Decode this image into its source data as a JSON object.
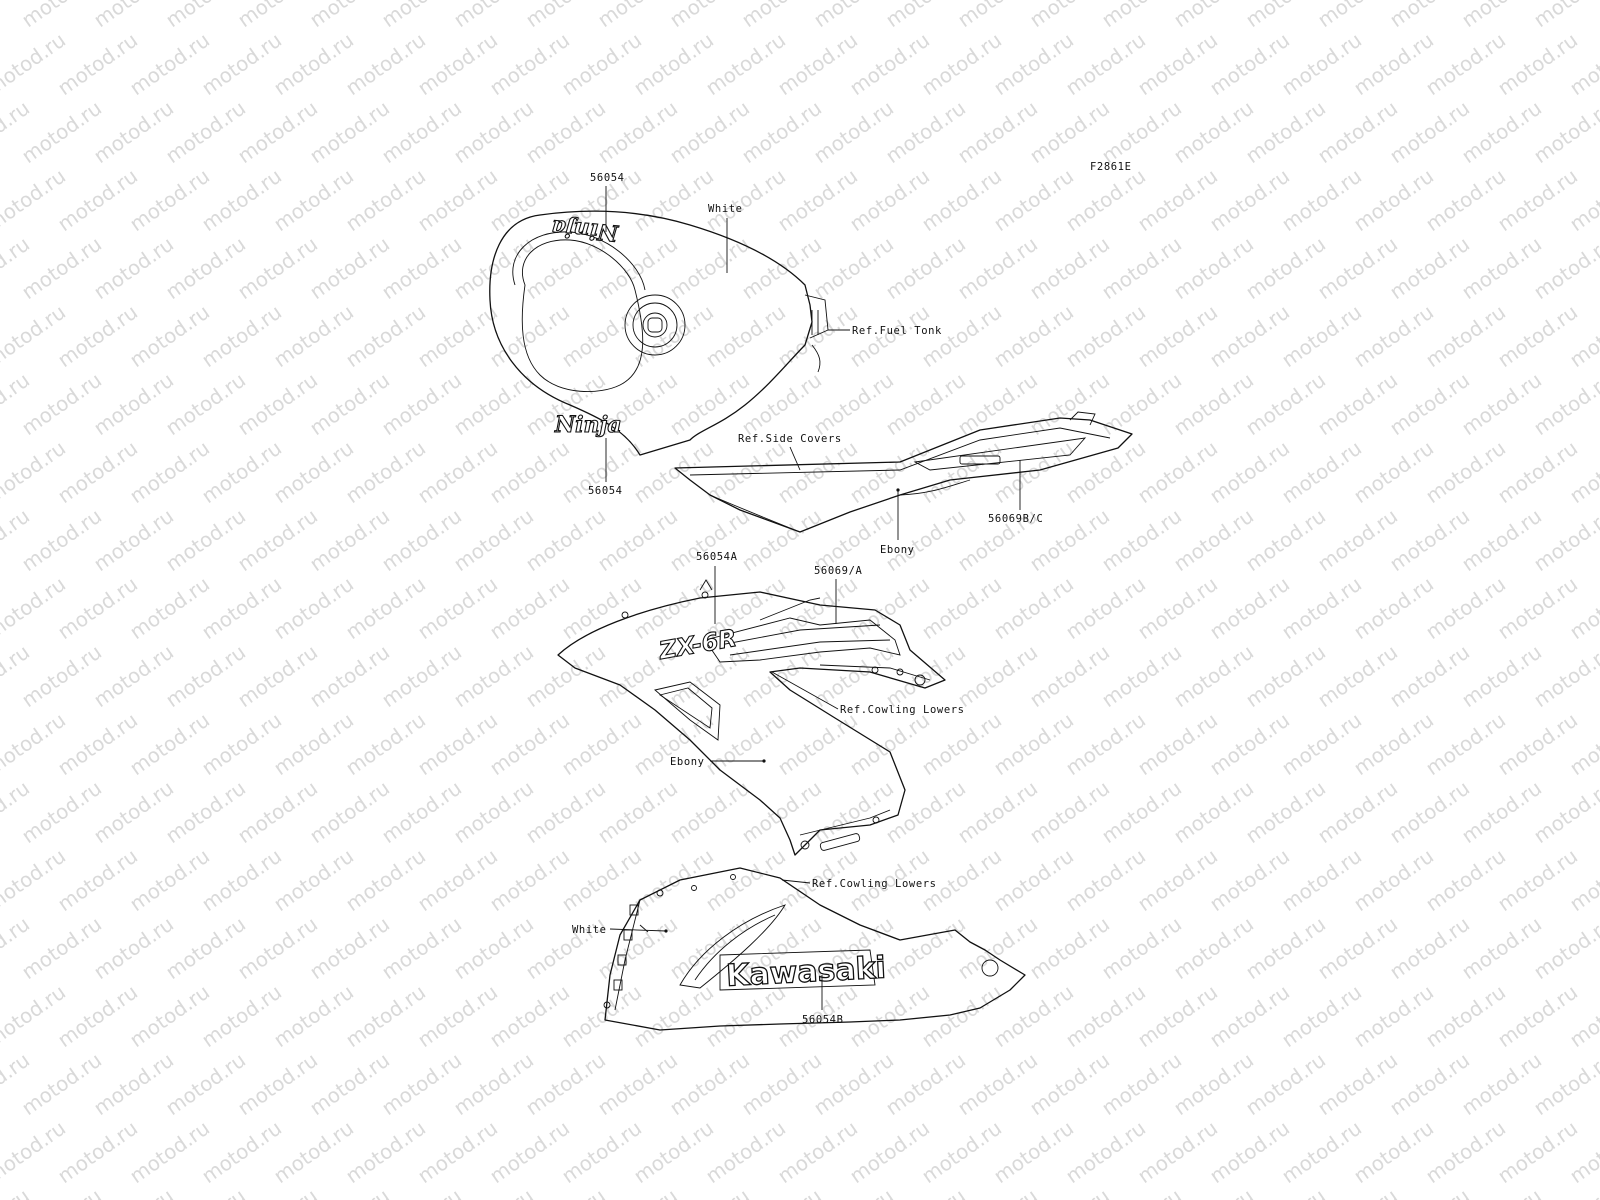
{
  "figure_code": "F2861E",
  "watermark": "motod.ru",
  "labels": {
    "tank_decal_top": "56054",
    "tank_decal_bottom": "56054",
    "tank_color": "White",
    "ref_fuel_tank": "Ref.Fuel Tonk",
    "ref_side_covers": "Ref.Side Covers",
    "side_decal": "56069B/C",
    "side_color": "Ebony",
    "cowl_decal_a": "56054A",
    "cowl_stripe": "56069/A",
    "ref_cowling_upper": "Ref.Cowling Lowers",
    "cowl_color": "Ebony",
    "ref_cowling_lower": "Ref.Cowling Lowers",
    "lower_color": "White",
    "lower_decal": "56054B"
  },
  "logos": {
    "tank_logo": "Ninja",
    "cowl_logo": "ZX-6R",
    "lower_logo": "Kawasaki"
  }
}
